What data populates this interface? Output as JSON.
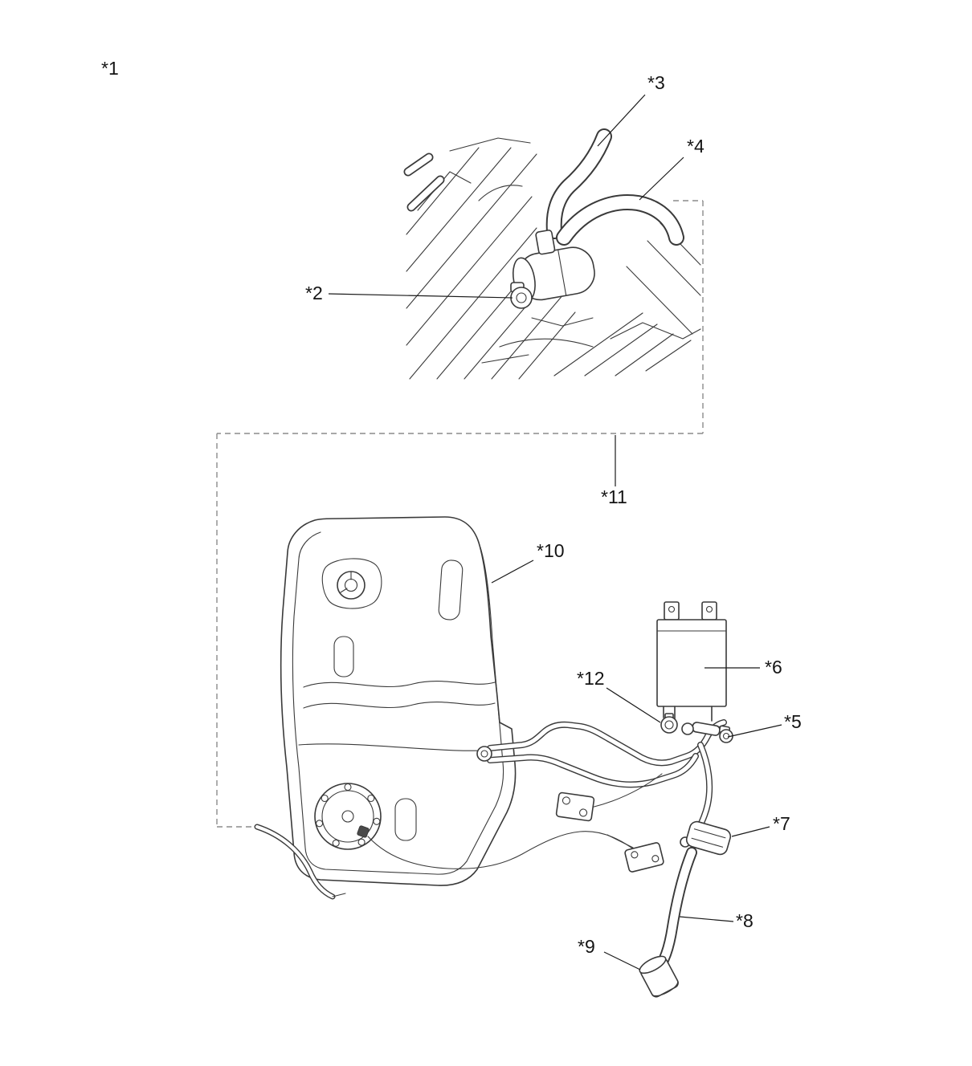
{
  "palette": {
    "background": "#ffffff",
    "line": "#3a3a3a",
    "dashed_line": "#8b8b8b",
    "label_text": "#141414"
  },
  "callouts": [
    {
      "label": "*1"
    },
    {
      "label": "*2"
    },
    {
      "label": "*3"
    },
    {
      "label": "*4"
    },
    {
      "label": "*5"
    },
    {
      "label": "*6"
    },
    {
      "label": "*7"
    },
    {
      "label": "*8"
    },
    {
      "label": "*9"
    },
    {
      "label": "*10"
    },
    {
      "label": "*11"
    },
    {
      "label": "*12"
    }
  ]
}
